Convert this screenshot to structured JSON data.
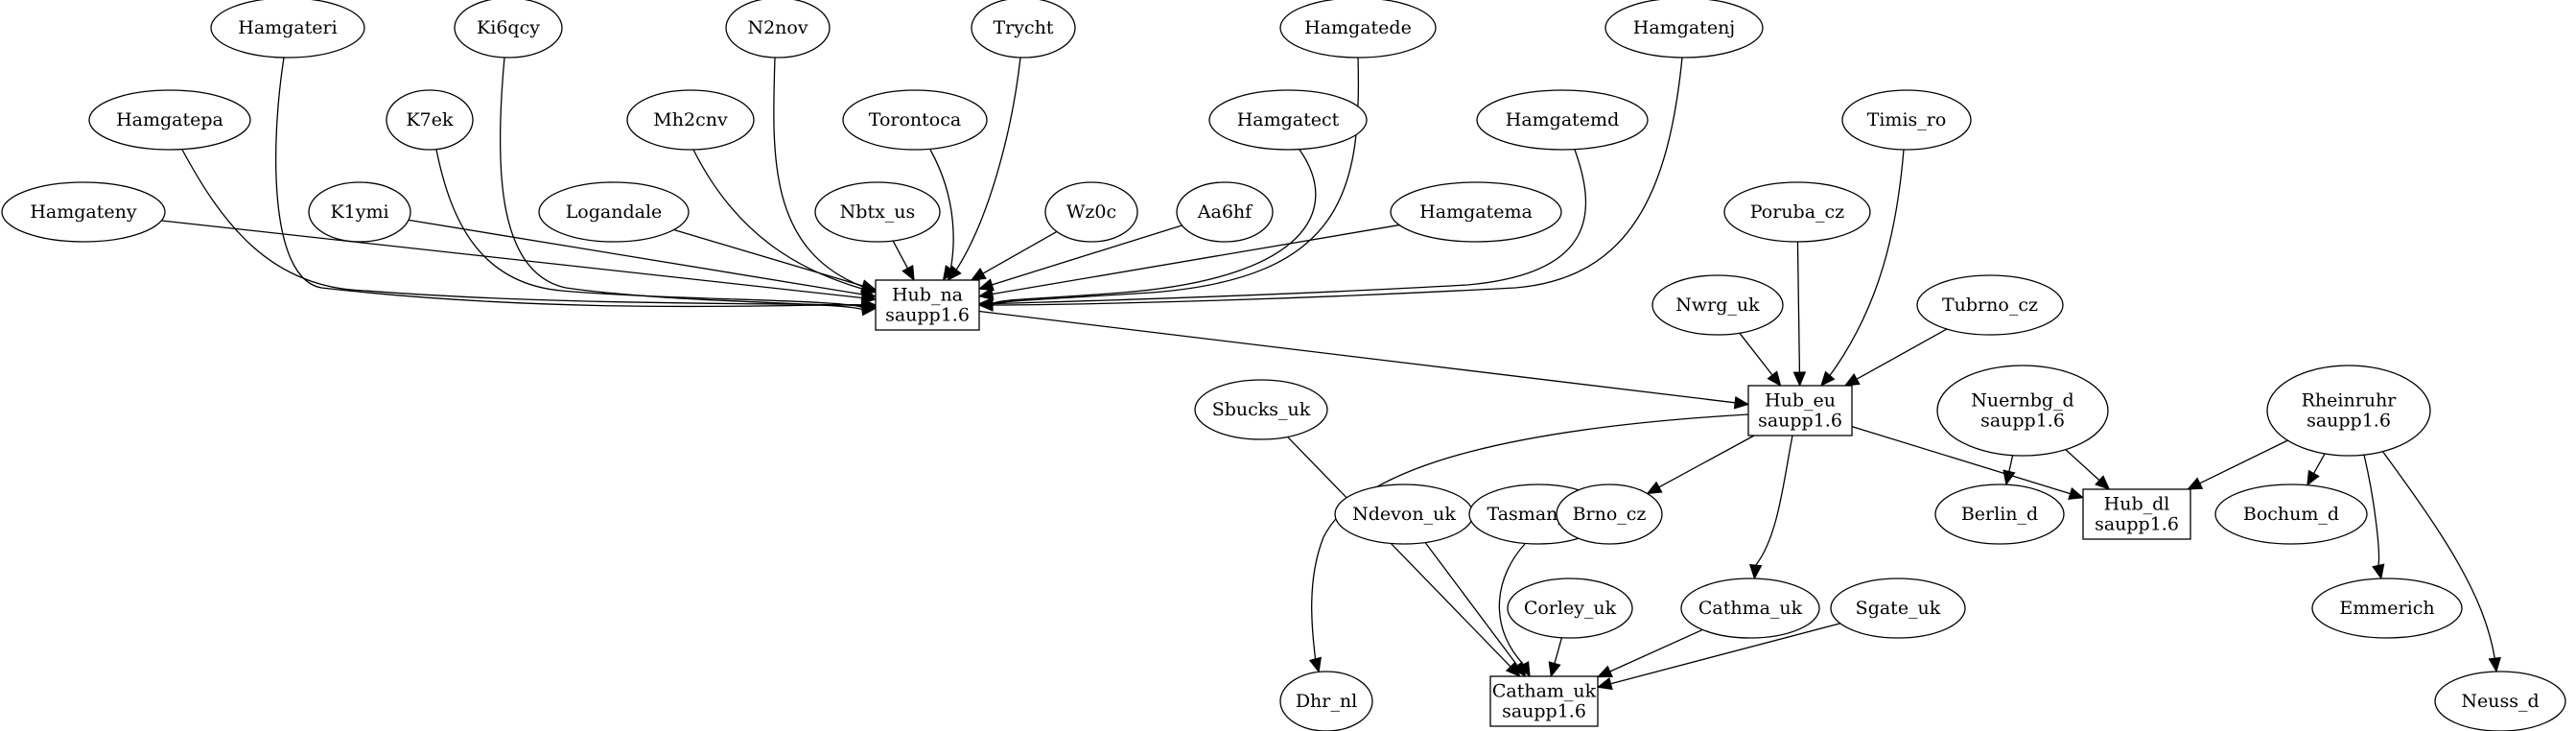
{
  "graph": {
    "type": "directed",
    "nodes": [
      {
        "id": "Hamgateri",
        "label": [
          "Hamgateri"
        ],
        "shape": "ellipse"
      },
      {
        "id": "Ki6qcy",
        "label": [
          "Ki6qcy"
        ],
        "shape": "ellipse"
      },
      {
        "id": "N2nov",
        "label": [
          "N2nov"
        ],
        "shape": "ellipse"
      },
      {
        "id": "Trycht",
        "label": [
          "Trycht"
        ],
        "shape": "ellipse"
      },
      {
        "id": "Hamgatede",
        "label": [
          "Hamgatede"
        ],
        "shape": "ellipse"
      },
      {
        "id": "Hamgatenj",
        "label": [
          "Hamgatenj"
        ],
        "shape": "ellipse"
      },
      {
        "id": "Hamgatepa",
        "label": [
          "Hamgatepa"
        ],
        "shape": "ellipse"
      },
      {
        "id": "K7ek",
        "label": [
          "K7ek"
        ],
        "shape": "ellipse"
      },
      {
        "id": "Mh2cnv",
        "label": [
          "Mh2cnv"
        ],
        "shape": "ellipse"
      },
      {
        "id": "Torontoca",
        "label": [
          "Torontoca"
        ],
        "shape": "ellipse"
      },
      {
        "id": "Hamgatect",
        "label": [
          "Hamgatect"
        ],
        "shape": "ellipse"
      },
      {
        "id": "Hamgatemd",
        "label": [
          "Hamgatemd"
        ],
        "shape": "ellipse"
      },
      {
        "id": "Timis_ro",
        "label": [
          "Timis_ro"
        ],
        "shape": "ellipse"
      },
      {
        "id": "Hamgateny",
        "label": [
          "Hamgateny"
        ],
        "shape": "ellipse"
      },
      {
        "id": "K1ymi",
        "label": [
          "K1ymi"
        ],
        "shape": "ellipse"
      },
      {
        "id": "Logandale",
        "label": [
          "Logandale"
        ],
        "shape": "ellipse"
      },
      {
        "id": "Nbtx_us",
        "label": [
          "Nbtx_us"
        ],
        "shape": "ellipse"
      },
      {
        "id": "Wz0c",
        "label": [
          "Wz0c"
        ],
        "shape": "ellipse"
      },
      {
        "id": "Aa6hf",
        "label": [
          "Aa6hf"
        ],
        "shape": "ellipse"
      },
      {
        "id": "Hamgatema",
        "label": [
          "Hamgatema"
        ],
        "shape": "ellipse"
      },
      {
        "id": "Poruba_cz",
        "label": [
          "Poruba_cz"
        ],
        "shape": "ellipse"
      },
      {
        "id": "Hub_na",
        "label": [
          "Hub_na",
          "saupp1.6"
        ],
        "shape": "box"
      },
      {
        "id": "Nwrg_uk",
        "label": [
          "Nwrg_uk"
        ],
        "shape": "ellipse"
      },
      {
        "id": "Tubrno_cz",
        "label": [
          "Tubrno_cz"
        ],
        "shape": "ellipse"
      },
      {
        "id": "Hub_eu",
        "label": [
          "Hub_eu",
          "saupp1.6"
        ],
        "shape": "box"
      },
      {
        "id": "Sbucks_uk",
        "label": [
          "Sbucks_uk"
        ],
        "shape": "ellipse"
      },
      {
        "id": "Nuernbg_d",
        "label": [
          "Nuernbg_d",
          "saupp1.6"
        ],
        "shape": "ellipse"
      },
      {
        "id": "Rheinruhr",
        "label": [
          "Rheinruhr",
          "saupp1.6"
        ],
        "shape": "ellipse"
      },
      {
        "id": "Ndevon_uk",
        "label": [
          "Ndevon_uk"
        ],
        "shape": "ellipse"
      },
      {
        "id": "Tasman_au",
        "label": [
          "Tasman_au"
        ],
        "shape": "ellipse"
      },
      {
        "id": "Brno_cz",
        "label": [
          "Brno_cz"
        ],
        "shape": "ellipse"
      },
      {
        "id": "Berlin_d",
        "label": [
          "Berlin_d"
        ],
        "shape": "ellipse"
      },
      {
        "id": "Hub_dl",
        "label": [
          "Hub_dl",
          "saupp1.6"
        ],
        "shape": "box"
      },
      {
        "id": "Bochum_d",
        "label": [
          "Bochum_d"
        ],
        "shape": "ellipse"
      },
      {
        "id": "Corley_uk",
        "label": [
          "Corley_uk"
        ],
        "shape": "ellipse"
      },
      {
        "id": "Cathma_uk",
        "label": [
          "Cathma_uk"
        ],
        "shape": "ellipse"
      },
      {
        "id": "Sgate_uk",
        "label": [
          "Sgate_uk"
        ],
        "shape": "ellipse"
      },
      {
        "id": "Emmerich",
        "label": [
          "Emmerich"
        ],
        "shape": "ellipse"
      },
      {
        "id": "Dhr_nl",
        "label": [
          "Dhr_nl"
        ],
        "shape": "ellipse"
      },
      {
        "id": "Catham_uk",
        "label": [
          "Catham_uk",
          "saupp1.6"
        ],
        "shape": "box"
      },
      {
        "id": "Neuss_d",
        "label": [
          "Neuss_d"
        ],
        "shape": "ellipse"
      }
    ],
    "edges": [
      {
        "from": "Hamgateny",
        "to": "Hub_na"
      },
      {
        "from": "Hamgatepa",
        "to": "Hub_na"
      },
      {
        "from": "Hamgateri",
        "to": "Hub_na"
      },
      {
        "from": "K1ymi",
        "to": "Hub_na"
      },
      {
        "from": "K7ek",
        "to": "Hub_na"
      },
      {
        "from": "Ki6qcy",
        "to": "Hub_na"
      },
      {
        "from": "Logandale",
        "to": "Hub_na"
      },
      {
        "from": "Mh2cnv",
        "to": "Hub_na"
      },
      {
        "from": "N2nov",
        "to": "Hub_na"
      },
      {
        "from": "Nbtx_us",
        "to": "Hub_na"
      },
      {
        "from": "Torontoca",
        "to": "Hub_na"
      },
      {
        "from": "Trycht",
        "to": "Hub_na"
      },
      {
        "from": "Wz0c",
        "to": "Hub_na"
      },
      {
        "from": "Aa6hf",
        "to": "Hub_na"
      },
      {
        "from": "Hamgatect",
        "to": "Hub_na"
      },
      {
        "from": "Hamgatede",
        "to": "Hub_na"
      },
      {
        "from": "Hamgatema",
        "to": "Hub_na"
      },
      {
        "from": "Hamgatemd",
        "to": "Hub_na"
      },
      {
        "from": "Hamgatenj",
        "to": "Hub_na"
      },
      {
        "from": "Hub_na",
        "to": "Hub_eu"
      },
      {
        "from": "Nwrg_uk",
        "to": "Hub_eu"
      },
      {
        "from": "Poruba_cz",
        "to": "Hub_eu"
      },
      {
        "from": "Timis_ro",
        "to": "Hub_eu"
      },
      {
        "from": "Tubrno_cz",
        "to": "Hub_eu"
      },
      {
        "from": "Hub_eu",
        "to": "Dhr_nl"
      },
      {
        "from": "Hub_eu",
        "to": "Cathma_uk"
      },
      {
        "from": "Hub_eu",
        "to": "Brno_cz"
      },
      {
        "from": "Hub_eu",
        "to": "Hub_dl"
      },
      {
        "from": "Nuernbg_d",
        "to": "Berlin_d"
      },
      {
        "from": "Nuernbg_d",
        "to": "Hub_dl"
      },
      {
        "from": "Rheinruhr",
        "to": "Hub_dl"
      },
      {
        "from": "Rheinruhr",
        "to": "Bochum_d"
      },
      {
        "from": "Rheinruhr",
        "to": "Emmerich"
      },
      {
        "from": "Rheinruhr",
        "to": "Neuss_d"
      },
      {
        "from": "Sbucks_uk",
        "to": "Catham_uk"
      },
      {
        "from": "Ndevon_uk",
        "to": "Catham_uk"
      },
      {
        "from": "Tasman_au",
        "to": "Catham_uk"
      },
      {
        "from": "Corley_uk",
        "to": "Catham_uk"
      },
      {
        "from": "Cathma_uk",
        "to": "Catham_uk"
      },
      {
        "from": "Sgate_uk",
        "to": "Catham_uk"
      }
    ]
  }
}
